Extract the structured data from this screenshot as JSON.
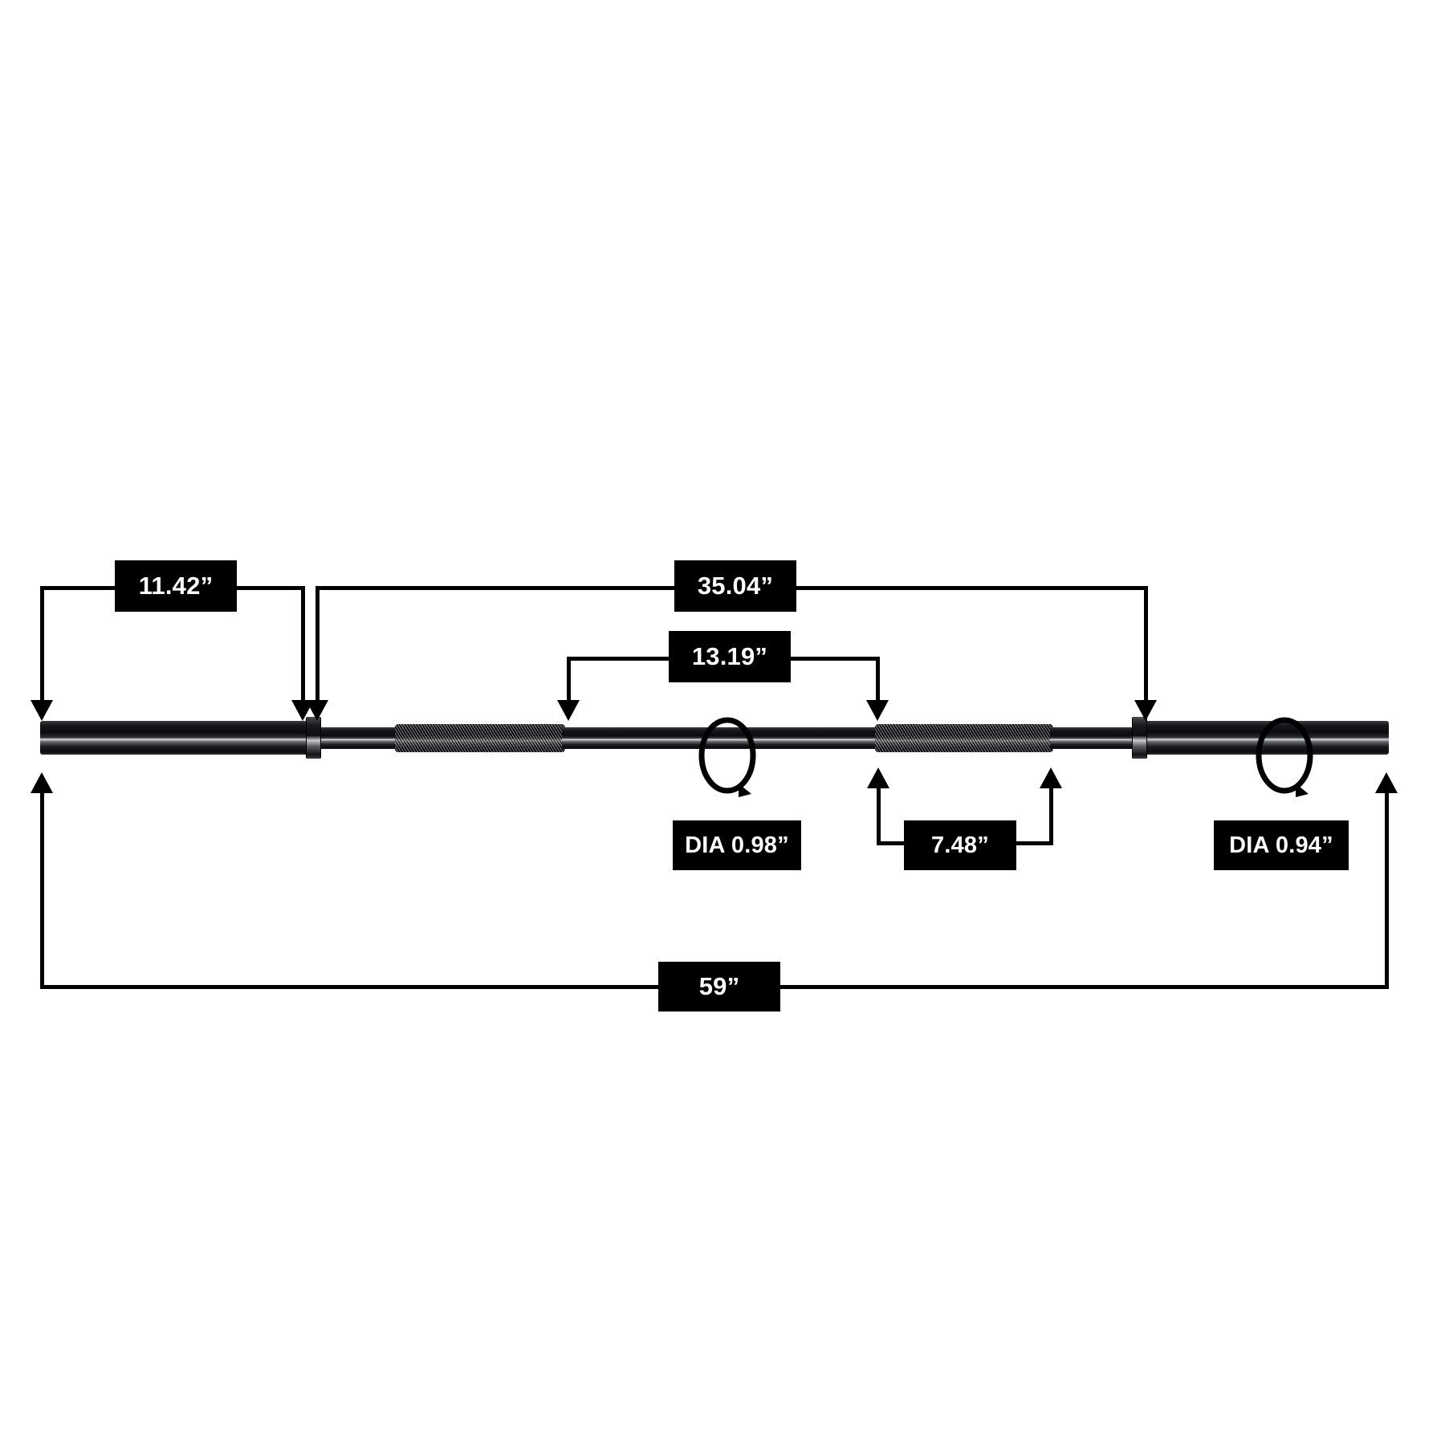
{
  "diagram": {
    "title": "Olympic barbell dimension diagram",
    "subject": "barbell",
    "units": "inches",
    "background_color": "#ffffff",
    "label_background_color": "#000000",
    "label_text_color": "#ffffff"
  },
  "dimensions": {
    "sleeve_length": {
      "label": "11.42”",
      "value": 11.42,
      "unit": "in",
      "placement": "top"
    },
    "inside_collar_span": {
      "label": "35.04”",
      "value": 35.04,
      "unit": "in",
      "placement": "top"
    },
    "grip_to_center": {
      "label": "13.19”",
      "value": 13.19,
      "unit": "in",
      "placement": "top"
    },
    "shaft_diameter": {
      "label": "DIA 0.98”",
      "value": 0.98,
      "unit": "in",
      "placement": "bottom"
    },
    "knurl_length": {
      "label": "7.48”",
      "value": 7.48,
      "unit": "in",
      "placement": "bottom"
    },
    "sleeve_diameter": {
      "label": "DIA 0.94”",
      "value": 0.94,
      "unit": "in",
      "placement": "bottom"
    },
    "total_length": {
      "label": "59”",
      "value": 59,
      "unit": "in",
      "placement": "bottom"
    }
  },
  "icons": {
    "arrow_down": "arrow-down-icon",
    "arrow_up": "arrow-up-icon",
    "diameter_loop": "diameter-loop-icon"
  },
  "bar_parts": {
    "left_sleeve": "left-sleeve",
    "left_collar": "left-collar",
    "left_knurl": "left-knurl-grip",
    "center_shaft": "center-shaft",
    "right_knurl": "right-knurl-grip",
    "right_collar": "right-collar",
    "right_sleeve": "right-sleeve"
  }
}
